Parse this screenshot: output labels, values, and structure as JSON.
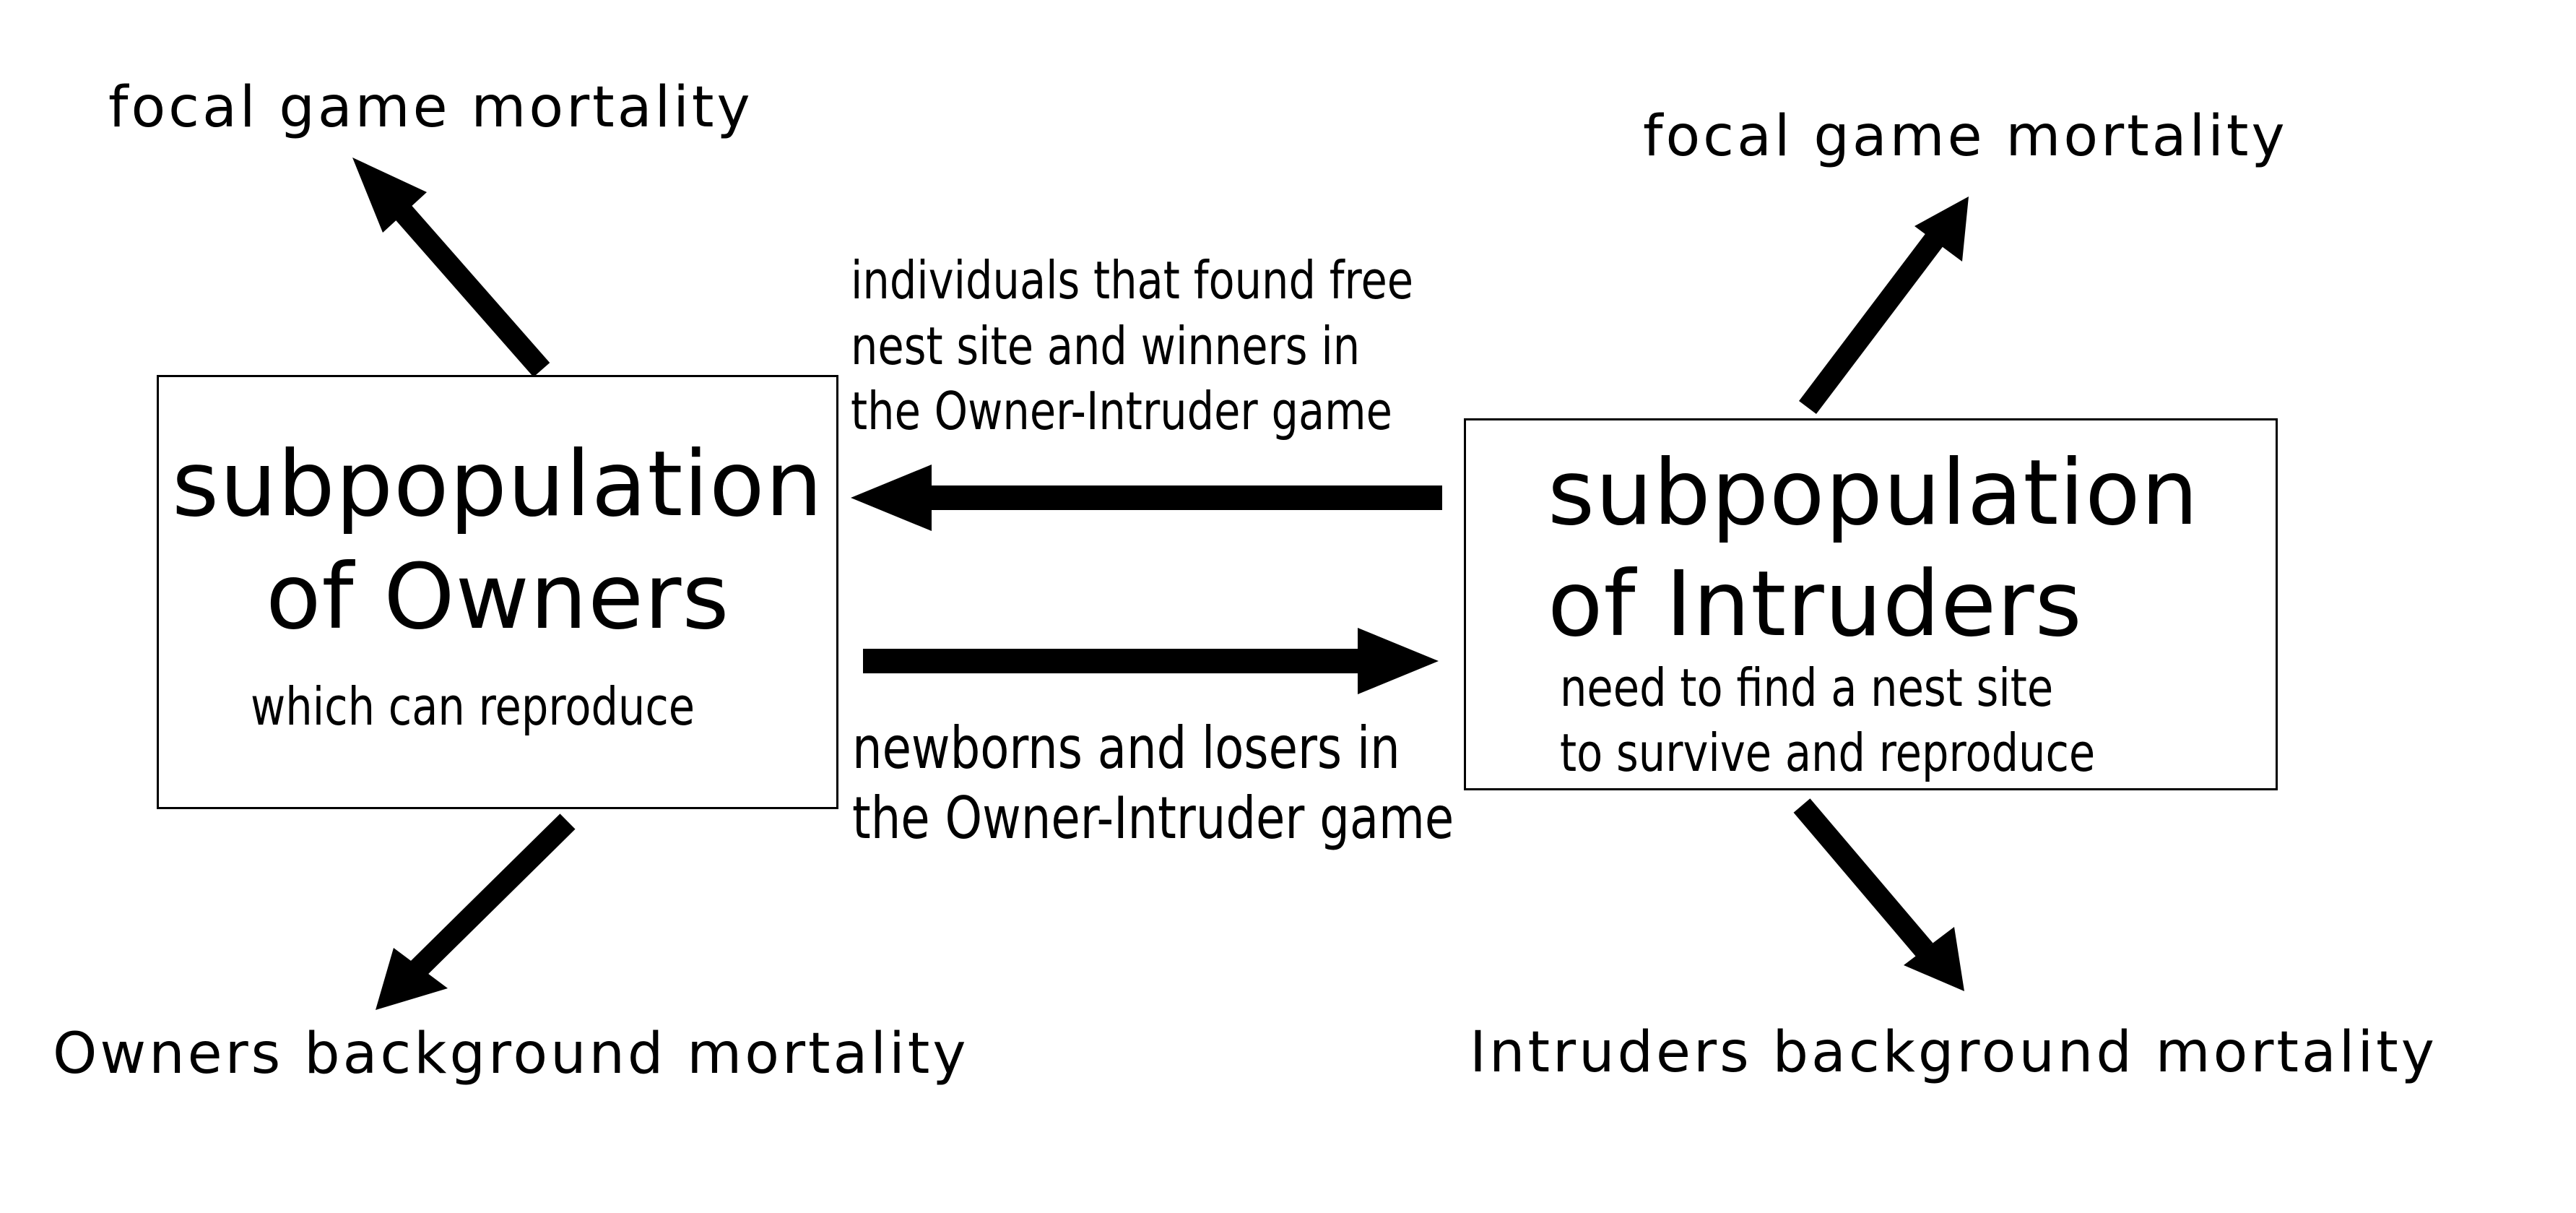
{
  "owners_box": {
    "title_line1": "subpopulation",
    "title_line2": "of Owners",
    "subtitle": "which can reproduce"
  },
  "intruders_box": {
    "title_line1": "subpopulation",
    "title_line2": "of Intruders",
    "subtitle_line1": "need to find a nest site",
    "subtitle_line2": "to survive and reproduce"
  },
  "flow_to_owners": {
    "line1": "individuals that found free",
    "line2": "nest site and winners in",
    "line3": "the Owner-Intruder game"
  },
  "flow_to_intruders": {
    "line1": "newborns and losers in",
    "line2": "the Owner-Intruder game"
  },
  "owners_focal_mortality": "focal game mortality",
  "intruders_focal_mortality": "focal game mortality",
  "owners_background_mortality": "Owners background mortality",
  "intruders_background_mortality": "Intruders background mortality"
}
